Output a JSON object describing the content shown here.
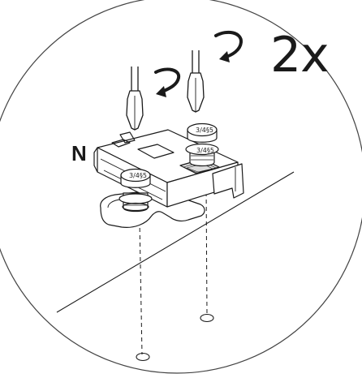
{
  "instruction": {
    "quantity_label": "2x",
    "side_marker": "N"
  },
  "screw_head_mark": "3/4§5",
  "colors": {
    "line": "#1a1a1a",
    "background": "#ffffff",
    "frame": "#444444"
  },
  "icons": [
    "screwdriver-icon",
    "rotation-arrow-icon"
  ]
}
